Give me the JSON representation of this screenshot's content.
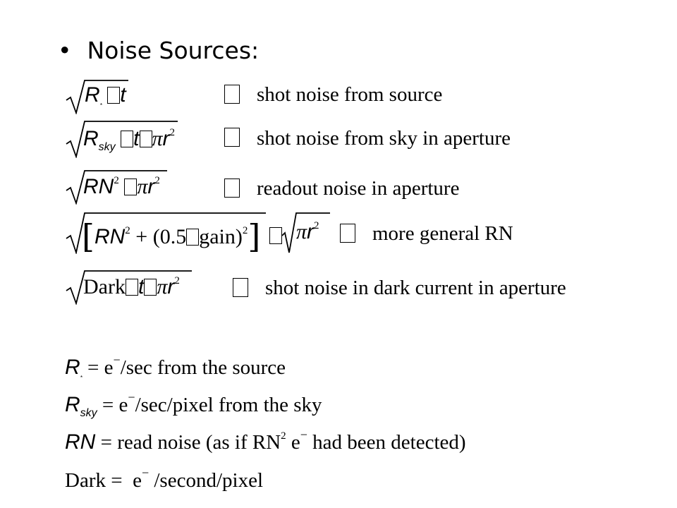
{
  "heading": {
    "bullet": "•",
    "text": "Noise Sources:"
  },
  "formulas": [
    {
      "symbol_r": "R",
      "symbol_t": "t",
      "description": "shot noise from source"
    },
    {
      "symbol_r": "R",
      "sub": "sky",
      "symbol_t": "t",
      "symbol_pi": "π",
      "symbol_rad": "r",
      "sup": "2",
      "description": "shot noise from sky in aperture"
    },
    {
      "symbol_rn": "RN",
      "sup": "2",
      "symbol_pi": "π",
      "symbol_rad": "r",
      "sup2": "2",
      "description": "readout noise in aperture"
    },
    {
      "symbol_rn": "RN",
      "sup": "2",
      "plus": "+",
      "paren_expr": "(0.5",
      "gain": "gain)",
      "sup2": "2",
      "symbol_pi": "π",
      "symbol_rad": "r",
      "sup3": "2",
      "description": "more general RN"
    },
    {
      "dark": "Dark",
      "symbol_t": "t",
      "symbol_pi": "π",
      "symbol_rad": "r",
      "sup": "2",
      "description": "shot noise in dark current in aperture"
    }
  ],
  "definitions": [
    {
      "lhs": "R",
      "eq": "=",
      "text": "e",
      "minus": "−",
      "rest": "/sec  from the source"
    },
    {
      "lhs": "R",
      "sub": "sky",
      "eq": "=",
      "text": "e",
      "minus": "−",
      "rest": "/sec/pixel from the sky"
    },
    {
      "lhs": "RN",
      "eq": "=",
      "text": "read noise (as if RN",
      "sup": "2",
      "e": "e",
      "minus": "−",
      "rest": " had been detected)"
    },
    {
      "lhs": "Dark",
      "eq": " =  ",
      "text": "e",
      "minus": "−",
      "rest": " /second/pixel"
    }
  ]
}
